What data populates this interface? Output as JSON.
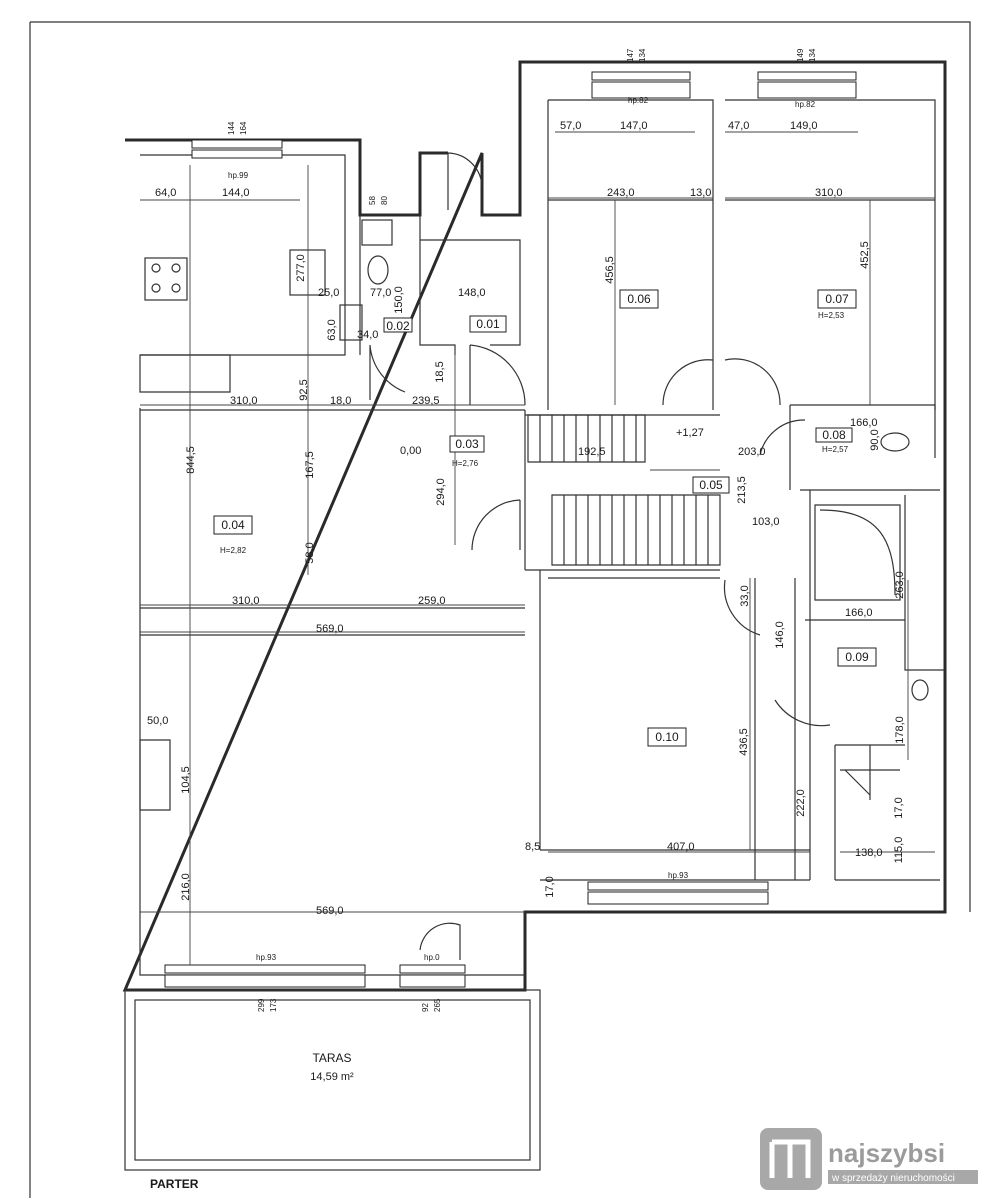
{
  "plan": {
    "floor_label": "PARTER",
    "terrace_name": "TARAS",
    "terrace_area": "14,59 m²",
    "rooms": [
      {
        "id": "0.01"
      },
      {
        "id": "0.02"
      },
      {
        "id": "0.03",
        "height": "H=2,76",
        "level": "0,00"
      },
      {
        "id": "0.04",
        "height": "H=2,82"
      },
      {
        "id": "0.05"
      },
      {
        "id": "0.06"
      },
      {
        "id": "0.07",
        "height": "H=2,53"
      },
      {
        "id": "0.08",
        "height": "H=2,57"
      },
      {
        "id": "0.09"
      },
      {
        "id": "0.10"
      }
    ],
    "stair_level": "+1,27",
    "dimensions": [
      "64,0",
      "144,0",
      "57,0",
      "147,0",
      "47,0",
      "149,0",
      "243,0",
      "13,0",
      "310,0",
      "456,5",
      "452,5",
      "277,0",
      "25,0",
      "150,0",
      "148,0",
      "63,0",
      "34,0",
      "77,0",
      "92,5",
      "18,0",
      "239,5",
      "18,5",
      "310,0",
      "844,5",
      "167,5",
      "294,0",
      "192,5",
      "203,0",
      "166,0",
      "90,0",
      "213,5",
      "103,0",
      "58,0",
      "310,0",
      "259,0",
      "569,0",
      "33,0",
      "146,0",
      "263,0",
      "166,0",
      "50,0",
      "104,5",
      "436,5",
      "178,0",
      "222,0",
      "17,0",
      "8,5",
      "407,0",
      "138,0",
      "115,0",
      "17,0",
      "216,0",
      "569,0"
    ],
    "window_labels": [
      "144",
      "164",
      "hp.99",
      "58",
      "80",
      "147",
      "134",
      "hp.82",
      "149",
      "134",
      "hp.82",
      "hp.93",
      "299",
      "173",
      "hp.0",
      "92",
      "265",
      "hp.93"
    ]
  },
  "watermark": {
    "brand": "najszybsi",
    "tagline": "w sprzedaży nieruchomości"
  }
}
